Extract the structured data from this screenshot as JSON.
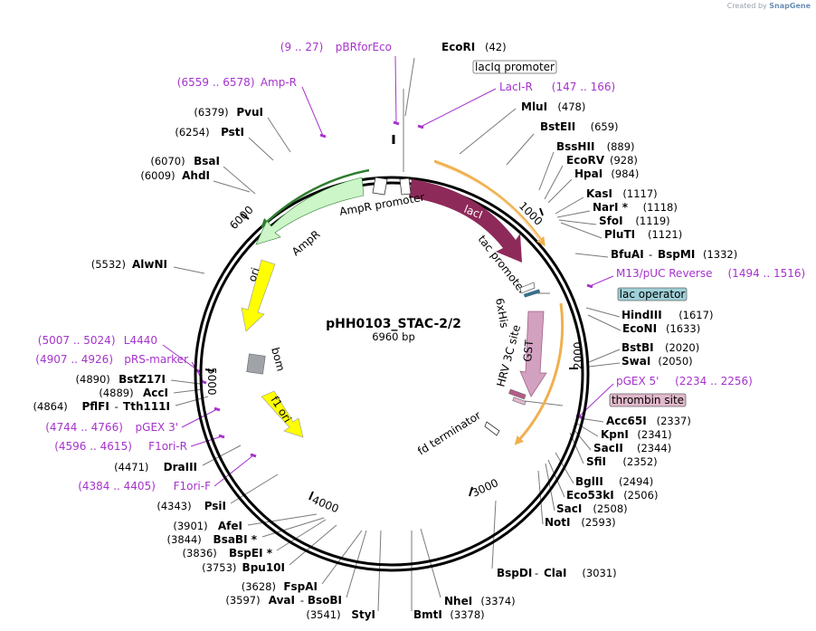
{
  "credit": {
    "prefix": "Created by",
    "brand": "SnapGene"
  },
  "plasmid": {
    "name": "pHH0103_STAC-2/2",
    "length": "6960 bp"
  },
  "ticks": [
    "1000",
    "2000",
    "3000",
    "4000",
    "5000",
    "6000"
  ],
  "enzymes": [
    {
      "name": "EcoRI",
      "pos": "(42)"
    },
    {
      "name": "MluI",
      "pos": "(478)"
    },
    {
      "name": "BstEII",
      "pos": "(659)"
    },
    {
      "name": "BssHII",
      "pos": "(889)"
    },
    {
      "name": "EcoRV",
      "pos": "(928)"
    },
    {
      "name": "HpaI",
      "pos": "(984)"
    },
    {
      "name": "KasI",
      "pos": "(1117)"
    },
    {
      "name": "NarI *",
      "pos": "(1118)"
    },
    {
      "name": "SfoI",
      "pos": "(1119)"
    },
    {
      "name": "PluTI",
      "pos": "(1121)"
    },
    {
      "name": "BfuAI",
      "name2": "BspMI",
      "pos": "(1332)"
    },
    {
      "name": "HindIII",
      "pos": "(1617)"
    },
    {
      "name": "EcoNI",
      "pos": "(1633)"
    },
    {
      "name": "BstBI",
      "pos": "(2020)"
    },
    {
      "name": "SwaI",
      "pos": "(2050)"
    },
    {
      "name": "Acc65I",
      "pos": "(2337)"
    },
    {
      "name": "KpnI",
      "pos": "(2341)"
    },
    {
      "name": "SacII",
      "pos": "(2344)"
    },
    {
      "name": "SfiI",
      "pos": "(2352)"
    },
    {
      "name": "BglII",
      "pos": "(2494)"
    },
    {
      "name": "Eco53kI",
      "pos": "(2506)"
    },
    {
      "name": "SacI",
      "pos": "(2508)"
    },
    {
      "name": "NotI",
      "pos": "(2593)"
    },
    {
      "name": "BspDI",
      "name2": "ClaI",
      "pos": "(3031)"
    },
    {
      "name": "NheI",
      "pos": "(3374)"
    },
    {
      "name": "BmtI",
      "pos": "(3378)"
    },
    {
      "name": "StyI",
      "pos": "(3541)"
    },
    {
      "name": "AvaI",
      "name2": "BsoBI",
      "pos": "(3597)"
    },
    {
      "name": "FspAI",
      "pos": "(3628)"
    },
    {
      "name": "Bpu10I",
      "pos": "(3753)"
    },
    {
      "name": "BspEI *",
      "pos": "(3836)"
    },
    {
      "name": "BsaBI *",
      "pos": "(3844)"
    },
    {
      "name": "AfeI",
      "pos": "(3901)"
    },
    {
      "name": "PsiI",
      "pos": "(4343)"
    },
    {
      "name": "DraIII",
      "pos": "(4471)"
    },
    {
      "name": "PflFI",
      "name2": "Tth111I",
      "pos": "(4864)"
    },
    {
      "name": "AccI",
      "pos": "(4889)"
    },
    {
      "name": "BstZ17I",
      "pos": "(4890)"
    },
    {
      "name": "AlwNI",
      "pos": "(5532)"
    },
    {
      "name": "AhdI",
      "pos": "(6009)"
    },
    {
      "name": "BsaI",
      "pos": "(6070)"
    },
    {
      "name": "PstI",
      "pos": "(6254)"
    },
    {
      "name": "PvuI",
      "pos": "(6379)"
    }
  ],
  "primers": [
    {
      "name": "pBRforEco",
      "range": "(9 .. 27)"
    },
    {
      "name": "LacI-R",
      "range": "(147 .. 166)"
    },
    {
      "name": "M13/pUC Reverse",
      "range": "(1494 .. 1516)"
    },
    {
      "name": "pGEX 5'",
      "range": "(2234 .. 2256)"
    },
    {
      "name": "pGEX 3'",
      "range": "(4744 .. 4766)"
    },
    {
      "name": "F1ori-R",
      "range": "(4596 .. 4615)"
    },
    {
      "name": "F1ori-F",
      "range": "(4384 .. 4405)"
    },
    {
      "name": "pRS-marker",
      "range": "(4907 .. 4926)"
    },
    {
      "name": "L4440",
      "range": "(5007 .. 5024)"
    },
    {
      "name": "Amp-R",
      "range": "(6559 .. 6578)"
    }
  ],
  "boxed_features": [
    {
      "name": "lacIq promoter",
      "fill": "#ffffff"
    },
    {
      "name": "lac operator",
      "fill": "#9fd0d8"
    },
    {
      "name": "thrombin site",
      "fill": "#e2b9cc"
    }
  ],
  "features": {
    "lacI": "lacI",
    "tac_promoter": "tac promoter",
    "ampr_promoter": "AmpR promoter",
    "ampr": "AmpR",
    "ori": "ori",
    "bom": "bom",
    "f1_ori": "f1 ori",
    "sixhis": "6xHis",
    "hrv": "HRV 3C site",
    "gst": "GST",
    "fd_terminator": "fd terminator"
  },
  "colors": {
    "lacI": "#8e2a5a",
    "gst": "#d3a1c0",
    "ampr": "#ccf5c8",
    "ori": "#ffff00",
    "orf_outline": "#f0b050",
    "orf_ampr": "#2f7d2f",
    "primer": "#a633cc",
    "bom": "#a0a3a8"
  }
}
